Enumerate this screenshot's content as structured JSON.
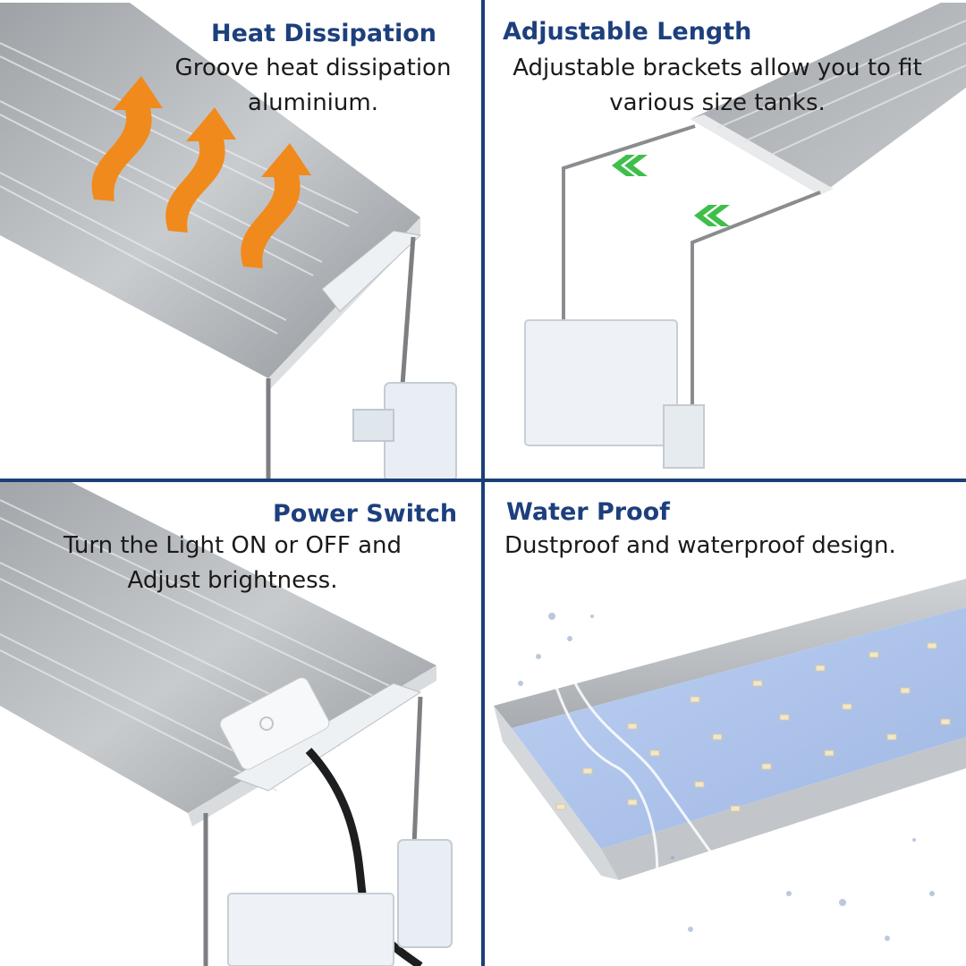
{
  "colors": {
    "heading": "#1d3f7d",
    "divider": "#1b3f77",
    "heat_arrow": "#f08a1c",
    "chevron": "#3fbf4a",
    "led_panel": "#b8c9ec"
  },
  "panels": [
    {
      "title": "Heat Dissipation",
      "description": [
        "Groove heat dissipation",
        "aluminium."
      ]
    },
    {
      "title": "Adjustable Length",
      "description": [
        "Adjustable brackets allow you to fit",
        "various size tanks."
      ]
    },
    {
      "title": "Power Switch",
      "description": [
        "Turn the Light ON or OFF and",
        "Adjust brightness."
      ]
    },
    {
      "title": "Water Proof",
      "description": [
        "Dustproof and waterproof design."
      ]
    }
  ],
  "icons": {
    "heat": "heat-arrow-icon",
    "chevron": "double-chevron-left-icon",
    "power": "power-icon",
    "splash": "water-splash"
  }
}
